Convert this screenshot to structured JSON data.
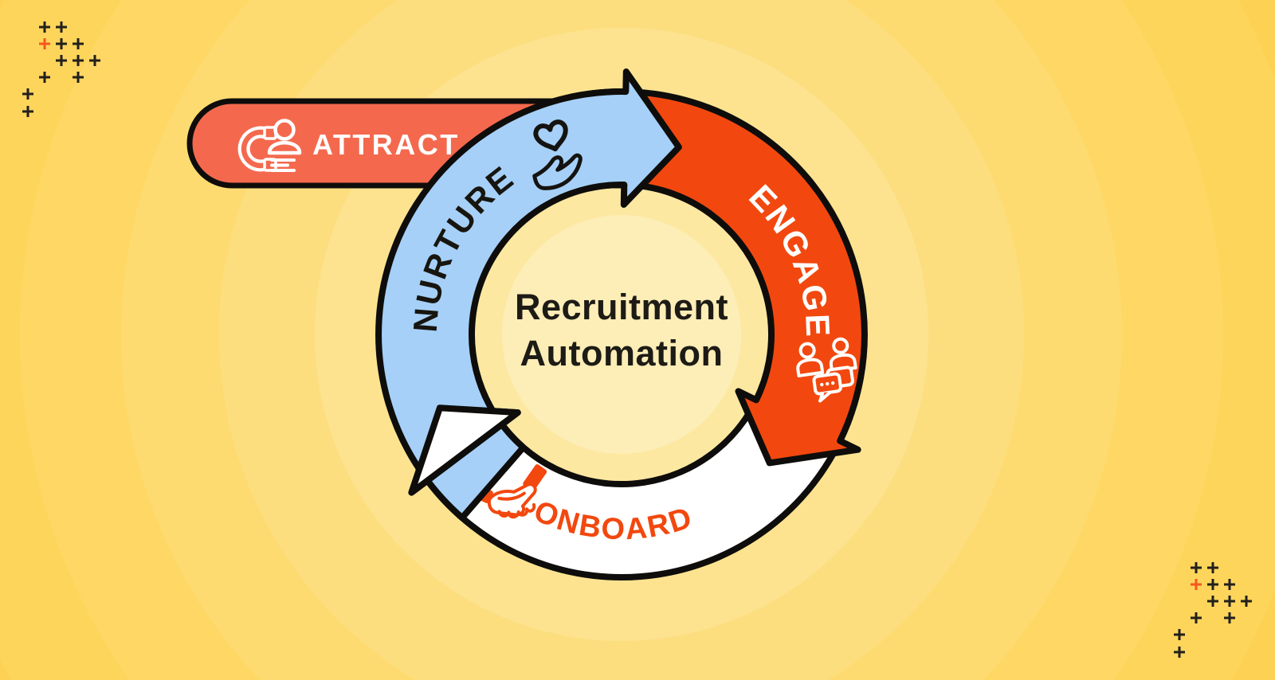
{
  "diagram_title": {
    "line1": "Recruitment",
    "line2": "Automation"
  },
  "attract_badge": {
    "label": "ATTRACT",
    "icon": "magnet-person-icon",
    "fill": "#F4694E",
    "label_color": "#FFFFFF"
  },
  "cycle_segments": [
    {
      "label": "NURTURE",
      "icon": "heart-in-hand-icon",
      "fill": "#A6D0F8",
      "label_color": "#17150F"
    },
    {
      "label": "ENGAGE",
      "icon": "people-chat-icon",
      "fill": "#F2480F",
      "label_color": "#FFFFFF"
    },
    {
      "label": "ONBOARD",
      "icon": "handshake-icon",
      "fill": "#FFFFFF",
      "label_color": "#F2480F"
    }
  ],
  "colors": {
    "outline": "#0E0D0B",
    "title_text": "#1D1B16",
    "accent_orange": "#F2480F",
    "badge_fill": "#F4694E",
    "nurture_blue": "#A6D0F8",
    "plus_dark": "#22201B",
    "plus_orange": "#F4581F",
    "background_center": "#FDEDB6",
    "background_edge": "#FDD254"
  },
  "decorations": {
    "top_left": "plus-cluster",
    "bottom_right": "plus-cluster"
  }
}
